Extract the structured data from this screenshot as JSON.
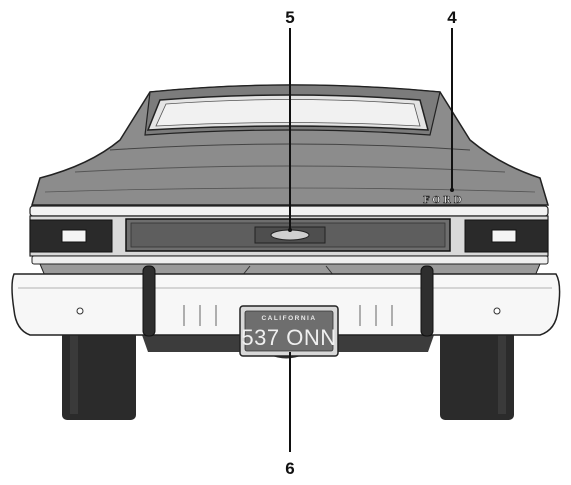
{
  "callouts": {
    "c4": "4",
    "c5": "5",
    "c6": "6"
  },
  "car": {
    "badge": "FORD",
    "plate_state": "CALIFORNIA",
    "plate_number": "537 ONN"
  },
  "colors": {
    "body": "#8c8c8c",
    "roof": "#7a7a7a",
    "rear_glass": "#e4e4e4",
    "taillight": "#2a2a2a",
    "bumper": "#f7f7f7",
    "tire": "#2b2b2b",
    "plate": "#6e6e6e"
  }
}
